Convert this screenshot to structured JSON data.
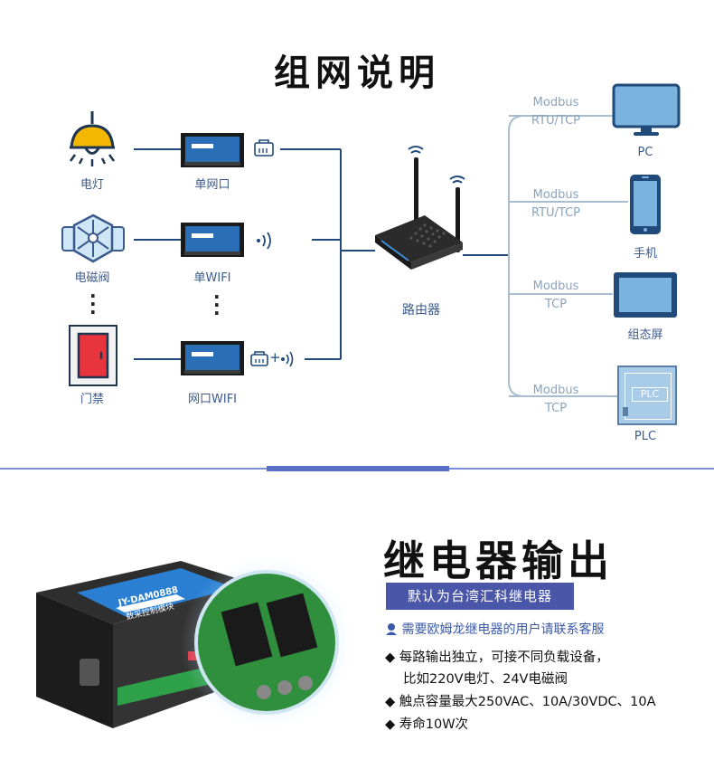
{
  "section1": {
    "title": "组网说明",
    "left_devices": [
      {
        "label": "电灯",
        "icon": "lamp-icon"
      },
      {
        "label": "电磁阀",
        "icon": "solenoid-valve-icon"
      },
      {
        "label": "门禁",
        "icon": "door-access-icon"
      }
    ],
    "modules": [
      {
        "label": "单网口",
        "icon": "ethernet-port-icon"
      },
      {
        "label": "单WIFI",
        "icon": "wifi-signal-icon"
      },
      {
        "label": "网口WIFI",
        "icon": "ethernet-wifi-icon",
        "plus": "+"
      }
    ],
    "router": {
      "label": "路由器"
    },
    "right_devices": [
      {
        "protocol_line1": "Modbus",
        "protocol_line2": "RTU/TCP",
        "label": "PC"
      },
      {
        "protocol_line1": "Modbus",
        "protocol_line2": "RTU/TCP",
        "label": "手机"
      },
      {
        "protocol_line1": "Modbus",
        "protocol_line2": "TCP",
        "label": "组态屏"
      },
      {
        "protocol_line1": "Modbus",
        "protocol_line2": "TCP",
        "label": "PLC",
        "screen_text": "PLC"
      }
    ],
    "colors": {
      "line": "#1f4a7a",
      "right_line": "#a9bdd0",
      "device_blue": "#2e5f8f",
      "device_fill": "#7ab3dd",
      "lamp_yellow": "#f5b800",
      "door_red": "#e8343c"
    }
  },
  "section2": {
    "title": "继电器输出",
    "banner": "默认为台湾汇科继电器",
    "service_note": "需要欧姆龙继电器的用户请联系客服",
    "bullets": [
      {
        "line1": "每路输出独立，可接不同负载设备，",
        "line2": "比如220V电灯、24V电磁阀"
      },
      {
        "line1": "触点容量最大250VAC、10A/30VDC、10A"
      },
      {
        "line1": "寿命10W次"
      }
    ],
    "product": {
      "model": "JY-DAM0888",
      "subtitle": "数采控制模块"
    },
    "colors": {
      "banner": "#4a57a8",
      "divider": "#5a6fc9"
    }
  }
}
